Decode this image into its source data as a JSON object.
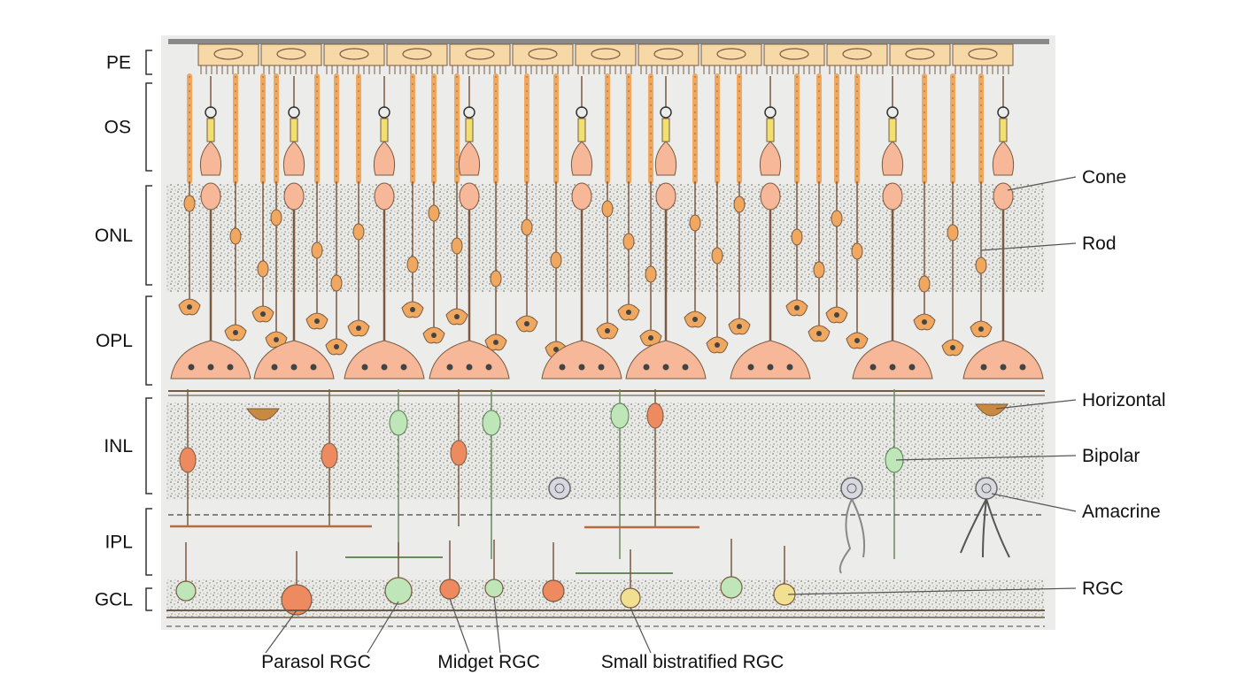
{
  "layers": [
    {
      "key": "pe",
      "label": "PE"
    },
    {
      "key": "os",
      "label": "OS"
    },
    {
      "key": "onl",
      "label": "ONL"
    },
    {
      "key": "opl",
      "label": "OPL"
    },
    {
      "key": "inl",
      "label": "INL"
    },
    {
      "key": "ipl",
      "label": "IPL"
    },
    {
      "key": "gcl",
      "label": "GCL"
    }
  ],
  "cell_types": [
    {
      "key": "cone",
      "label": "Cone"
    },
    {
      "key": "rod",
      "label": "Rod"
    },
    {
      "key": "horizontal",
      "label": "Horizontal"
    },
    {
      "key": "bipolar",
      "label": "Bipolar"
    },
    {
      "key": "amacrine",
      "label": "Amacrine"
    },
    {
      "key": "rgc",
      "label": "RGC"
    }
  ],
  "rgc_types": [
    {
      "key": "parasol",
      "label": "Parasol RGC"
    },
    {
      "key": "midget",
      "label": "Midget RGC"
    },
    {
      "key": "bistratified",
      "label": "Small bistratified RGC"
    }
  ],
  "colors": {
    "background_panel": "#ececea",
    "pe": "#f7d9a8",
    "rod": "#f0a860",
    "cone": "#f6b898",
    "cone_outer": "#f0e070",
    "horizontal": "#c88a40",
    "bipolar_orange": "#ee8a60",
    "bipolar_green": "#bfe6b8",
    "amacrine": "#d8d8e0",
    "rgc_yellow": "#f0e090",
    "axon": "#7a5a40",
    "stipple": "#555555"
  }
}
